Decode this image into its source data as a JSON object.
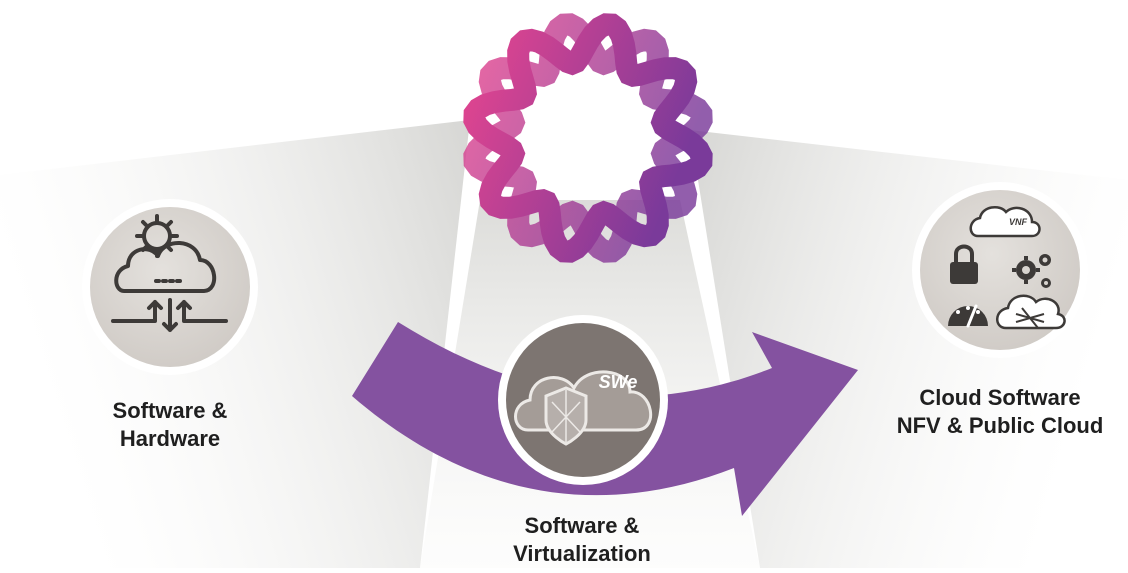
{
  "stages": [
    {
      "id": "left",
      "title_lines": [
        "Software &",
        "Hardware"
      ],
      "icon": "cloud-gear-upload-icon"
    },
    {
      "id": "center",
      "title_lines": [
        "Software &",
        "Virtualization"
      ],
      "icon": "cloud-shield-swe-icon",
      "badge": "SWe"
    },
    {
      "id": "right",
      "title_lines": [
        "Cloud Software",
        "NFV & Public Cloud"
      ],
      "icon": "cloud-services-icon",
      "badge": "VNF"
    }
  ],
  "colors": {
    "arrow": "#8452a0",
    "logo_pink": "#e6458f",
    "logo_purple": "#7a3a9a",
    "circle_light": "#dcd8d3",
    "circle_dark": "#7d7571",
    "icon_dark": "#3d3a38"
  }
}
